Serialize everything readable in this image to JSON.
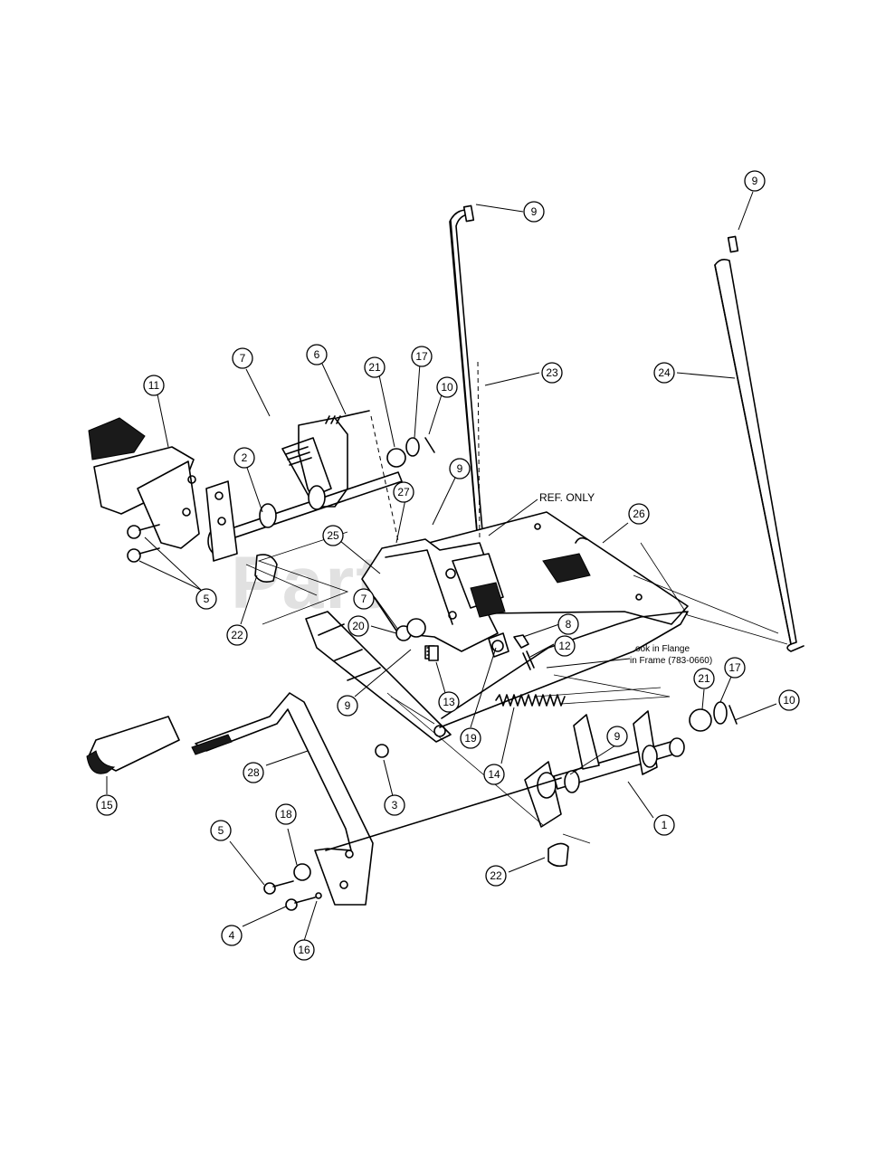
{
  "watermark": "PartsTree",
  "notes": {
    "ref_only": "REF. ONLY",
    "flange_line1": "ook in Flange",
    "flange_line2": "in Frame (783-0660)"
  },
  "callouts": [
    {
      "id": "c-9-top",
      "label": "9"
    },
    {
      "id": "c-9-topright",
      "label": "9"
    },
    {
      "id": "c-23",
      "label": "23"
    },
    {
      "id": "c-24",
      "label": "24"
    },
    {
      "id": "c-7-top",
      "label": "7"
    },
    {
      "id": "c-6",
      "label": "6"
    },
    {
      "id": "c-21-top",
      "label": "21"
    },
    {
      "id": "c-17-top",
      "label": "17"
    },
    {
      "id": "c-10-top",
      "label": "10"
    },
    {
      "id": "c-11",
      "label": "11"
    },
    {
      "id": "c-2",
      "label": "2"
    },
    {
      "id": "c-9-mid",
      "label": "9"
    },
    {
      "id": "c-27",
      "label": "27"
    },
    {
      "id": "c-26",
      "label": "26"
    },
    {
      "id": "c-25",
      "label": "25"
    },
    {
      "id": "c-5-top",
      "label": "5"
    },
    {
      "id": "c-22-top",
      "label": "22"
    },
    {
      "id": "c-7-mid",
      "label": "7"
    },
    {
      "id": "c-20",
      "label": "20"
    },
    {
      "id": "c-8",
      "label": "8"
    },
    {
      "id": "c-12",
      "label": "12"
    },
    {
      "id": "c-13",
      "label": "13"
    },
    {
      "id": "c-9-low",
      "label": "9"
    },
    {
      "id": "c-19",
      "label": "19"
    },
    {
      "id": "c-21-low",
      "label": "21"
    },
    {
      "id": "c-17-low",
      "label": "17"
    },
    {
      "id": "c-10-low",
      "label": "10"
    },
    {
      "id": "c-14",
      "label": "14"
    },
    {
      "id": "c-9-right",
      "label": "9"
    },
    {
      "id": "c-28",
      "label": "28"
    },
    {
      "id": "c-3",
      "label": "3"
    },
    {
      "id": "c-15",
      "label": "15"
    },
    {
      "id": "c-1",
      "label": "1"
    },
    {
      "id": "c-18",
      "label": "18"
    },
    {
      "id": "c-5-low",
      "label": "5"
    },
    {
      "id": "c-22-low",
      "label": "22"
    },
    {
      "id": "c-4",
      "label": "4"
    },
    {
      "id": "c-16",
      "label": "16"
    }
  ]
}
